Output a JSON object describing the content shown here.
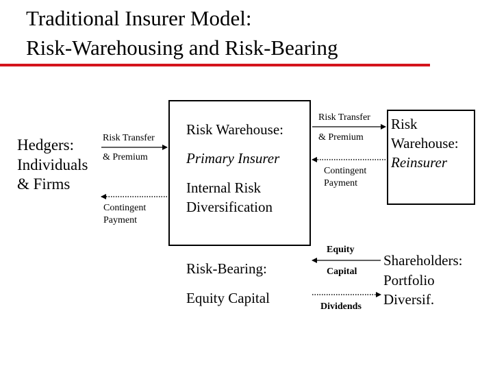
{
  "slide": {
    "title_line1": "Traditional Insurer Model:",
    "title_line2": "Risk-Warehousing and Risk-Bearing",
    "accent_color": "#d4141c"
  },
  "hedgers": {
    "line1": "Hedgers:",
    "line2": "Individuals",
    "line3": "& Firms"
  },
  "left_flows": {
    "risk_transfer": "Risk Transfer",
    "premium": "& Premium",
    "contingent": "Contingent",
    "payment": "Payment"
  },
  "primary_box": {
    "heading": "Risk Warehouse:",
    "subtitle": "Primary Insurer",
    "diversification_line1": "Internal Risk",
    "diversification_line2": "Diversification",
    "risk_bearing": "Risk-Bearing:",
    "equity_capital": "Equity Capital"
  },
  "right_flows": {
    "risk_transfer": "Risk Transfer",
    "premium": "& Premium",
    "contingent": "Contingent",
    "payment": "Payment"
  },
  "reinsurer_box": {
    "line1": "Risk",
    "line2": "Warehouse:",
    "line3": "Reinsurer"
  },
  "equity_flows": {
    "equity": "Equity",
    "capital": "Capital",
    "dividends": "Dividends"
  },
  "shareholders": {
    "line1": "Shareholders:",
    "line2": "Portfolio",
    "line3": "Diversif."
  }
}
